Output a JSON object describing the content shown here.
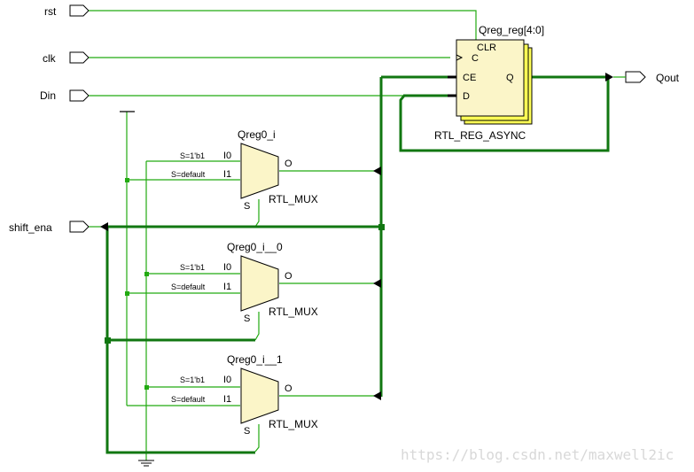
{
  "ports": {
    "inputs": [
      {
        "id": "rst",
        "label": "rst"
      },
      {
        "id": "clk",
        "label": "clk"
      },
      {
        "id": "din",
        "label": "Din"
      },
      {
        "id": "shift_ena",
        "label": "shift_ena"
      }
    ],
    "outputs": [
      {
        "id": "qout",
        "label": "Qout"
      }
    ]
  },
  "register": {
    "instance": "Qreg_reg[4:0]",
    "type": "RTL_REG_ASYNC",
    "pins": {
      "clr": "CLR",
      "c": "C",
      "ce": "CE",
      "d": "D",
      "q": "Q"
    }
  },
  "muxes": [
    {
      "instance": "Qreg0_i",
      "type": "RTL_MUX",
      "i0": "I0",
      "i1": "I1",
      "o": "O",
      "s": "S",
      "cond0": "S=1'b1",
      "cond1": "S=default"
    },
    {
      "instance": "Qreg0_i__0",
      "type": "RTL_MUX",
      "i0": "I0",
      "i1": "I1",
      "o": "O",
      "s": "S",
      "cond0": "S=1'b1",
      "cond1": "S=default"
    },
    {
      "instance": "Qreg0_i__1",
      "type": "RTL_MUX",
      "i0": "I0",
      "i1": "I1",
      "o": "O",
      "s": "S",
      "cond0": "S=1'b1",
      "cond1": "S=default"
    }
  ],
  "power": {
    "vcc": "vcc-icon",
    "gnd": "ground-icon"
  },
  "watermark": "https://blog.csdn.net/maxwell2ic",
  "colors": {
    "wire": "#22aa11",
    "bus": "#117711",
    "cell_fill": "#fbf5c8",
    "reg_shadow": "#ffff55"
  }
}
